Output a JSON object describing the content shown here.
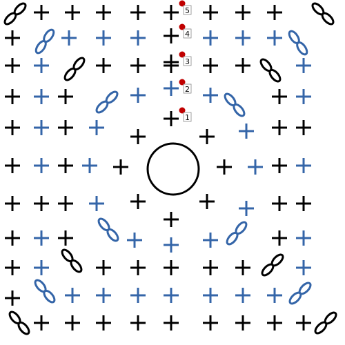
{
  "diagram": {
    "type": "crochet-chart",
    "colors": {
      "black": "#000000",
      "blue": "#3465a8",
      "marker": "#c00000",
      "background": "#ffffff"
    },
    "symbols": {
      "single-crochet": "plus",
      "chain": "ellipse",
      "magic-ring": "circle"
    },
    "round_labels": [
      "1",
      "2",
      "3",
      "4",
      "5"
    ]
  }
}
